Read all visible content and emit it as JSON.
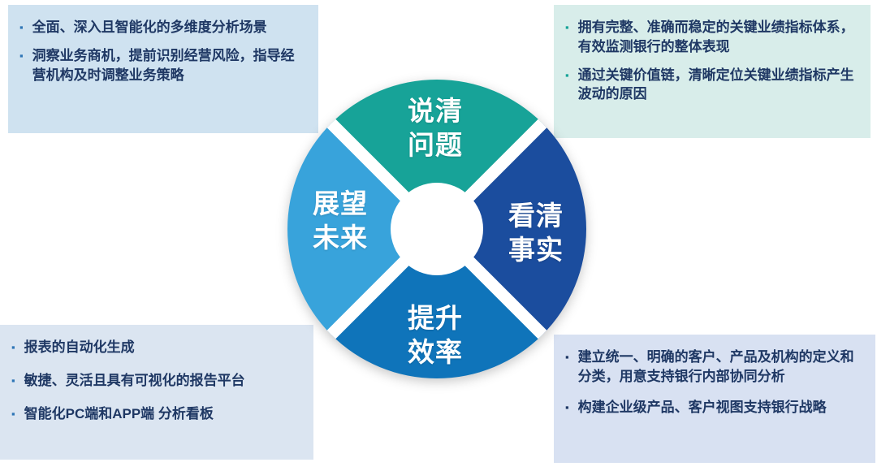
{
  "diagram": {
    "wedges": {
      "top": {
        "label": "说清\n问题",
        "color": "#17a398"
      },
      "right": {
        "label": "看清\n事实",
        "color": "#1b4d9e"
      },
      "bottom": {
        "label": "提升\n效率",
        "color": "#0f74ba"
      },
      "left": {
        "label": "展望\n未来",
        "color": "#38a3db"
      }
    },
    "center_color": "#ffffff"
  },
  "boxes": {
    "top_left": {
      "background": "#cfe2f0",
      "bullet_color": "#2e75b6",
      "items": [
        "全面、深入且智能化的多维度分析场景",
        "洞察业务商机，提前识别经营风险，指导经营机构及时调整业务策略"
      ]
    },
    "top_right": {
      "background": "#d8edea",
      "bullet_color": "#17a398",
      "items": [
        "拥有完整、准确而稳定的关键业绩指标体系，有效监测银行的整体表现",
        "通过关键价值链，清晰定位关键业绩指标产生波动的原因"
      ]
    },
    "bottom_left": {
      "background": "#dbe5f1",
      "bullet_color": "#2e75b6",
      "items": [
        "报表的自动化生成",
        "敏捷、灵活且具有可视化的报告平台",
        "智能化PC端和APP端 分析看板"
      ]
    },
    "bottom_right": {
      "background": "#d8e1f2",
      "bullet_color": "#1f3864",
      "items": [
        "建立统一、明确的客户、产品及机构的定义和分类，用意支持银行内部协同分析",
        "构建企业级产品、客户视图支持银行战略"
      ]
    }
  },
  "text_color": "#1f3864"
}
